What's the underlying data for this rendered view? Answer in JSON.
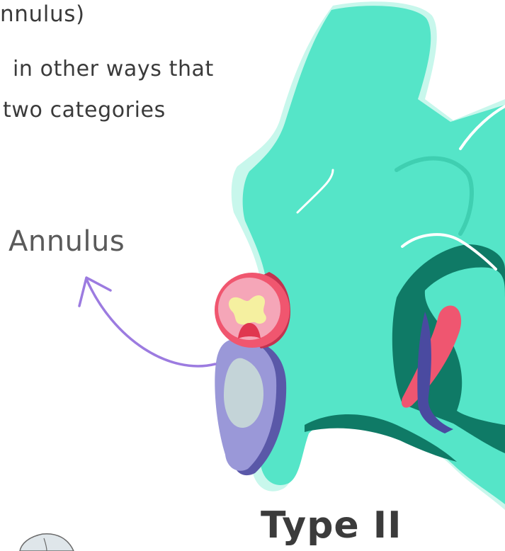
{
  "intro": {
    "line1": "nnulus)",
    "line2": "in other ways that",
    "line3": "two categories"
  },
  "diagram": {
    "annulus_label": "Annulus",
    "type_label": "Type II"
  },
  "colors": {
    "bone": "#55e5c8",
    "bone_dark": "#0f7a66",
    "bone_light": "#c8f7ec",
    "annulus_ring": "#f0566f",
    "annulus_fill": "#f5a6b8",
    "nucleus": "#f5f0a0",
    "leaflet": "#9a98d8",
    "leaflet_dark": "#5a58a8",
    "leaflet_center": "#c4d4d8",
    "arrow": "#9c7be0",
    "vessel_red": "#ef5670",
    "vessel_blue": "#4a4aa0"
  }
}
